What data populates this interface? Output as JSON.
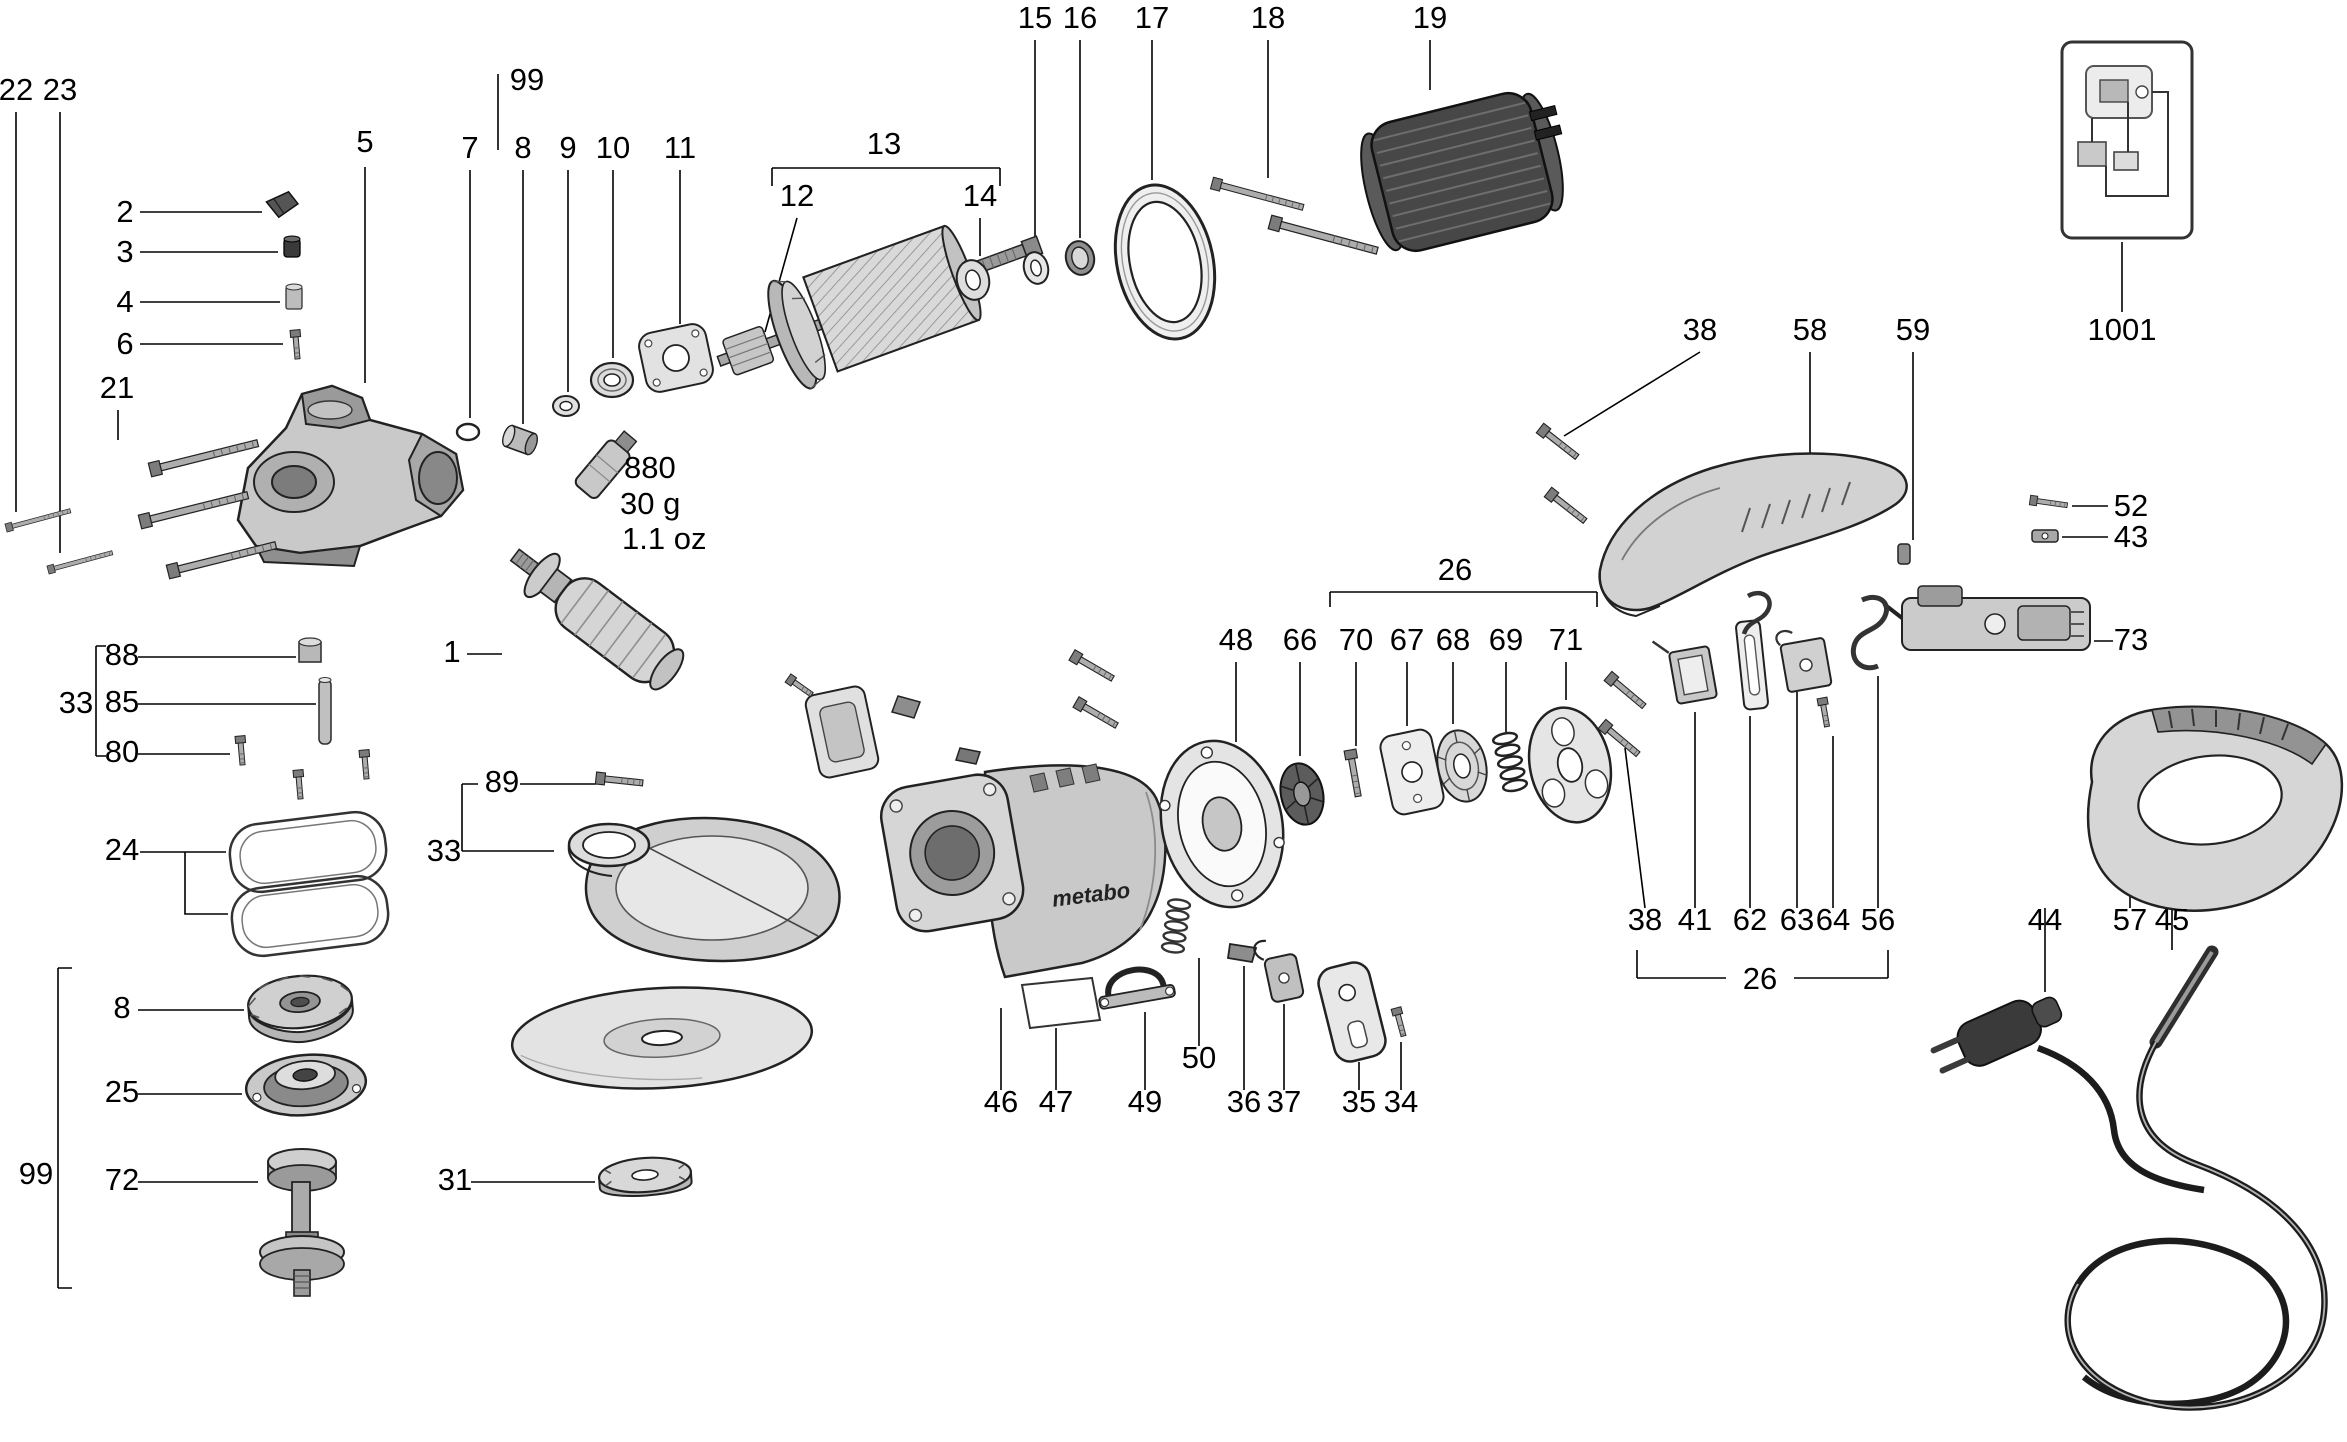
{
  "diagram": {
    "kind": "exploded-parts-diagram",
    "product": "angle grinder",
    "brand": "metabo"
  },
  "grease": {
    "id": "880",
    "amount_g": "30 g",
    "amount_oz": "1.1 oz"
  },
  "callouts": {
    "p1": "1",
    "p2": "2",
    "p3": "3",
    "p4": "4",
    "p5": "5",
    "p6": "6",
    "p7": "7",
    "p8a": "8",
    "p8b": "8",
    "p9": "9",
    "p10": "10",
    "p11": "11",
    "p12": "12",
    "p13": "13",
    "p14": "14",
    "p15": "15",
    "p16": "16",
    "p17": "17",
    "p18": "18",
    "p19": "19",
    "p21": "21",
    "p22": "22",
    "p23": "23",
    "p24": "24",
    "p25": "25",
    "p26a": "26",
    "p26b": "26",
    "p31": "31",
    "p33a": "33",
    "p33b": "33",
    "p34": "34",
    "p35": "35",
    "p36": "36",
    "p37": "37",
    "p38a": "38",
    "p38b": "38",
    "p41": "41",
    "p43": "43",
    "p44": "44",
    "p45": "45",
    "p46": "46",
    "p47": "47",
    "p48": "48",
    "p49": "49",
    "p50": "50",
    "p52": "52",
    "p56": "56",
    "p57": "57",
    "p58": "58",
    "p59": "59",
    "p62": "62",
    "p63": "63",
    "p64": "64",
    "p66": "66",
    "p67": "67",
    "p68": "68",
    "p69": "69",
    "p70": "70",
    "p71": "71",
    "p72": "72",
    "p73": "73",
    "p80": "80",
    "p85": "85",
    "p88": "88",
    "p89": "89",
    "p99a": "99",
    "p99b": "99",
    "p880": "880",
    "p1001": "1001"
  }
}
